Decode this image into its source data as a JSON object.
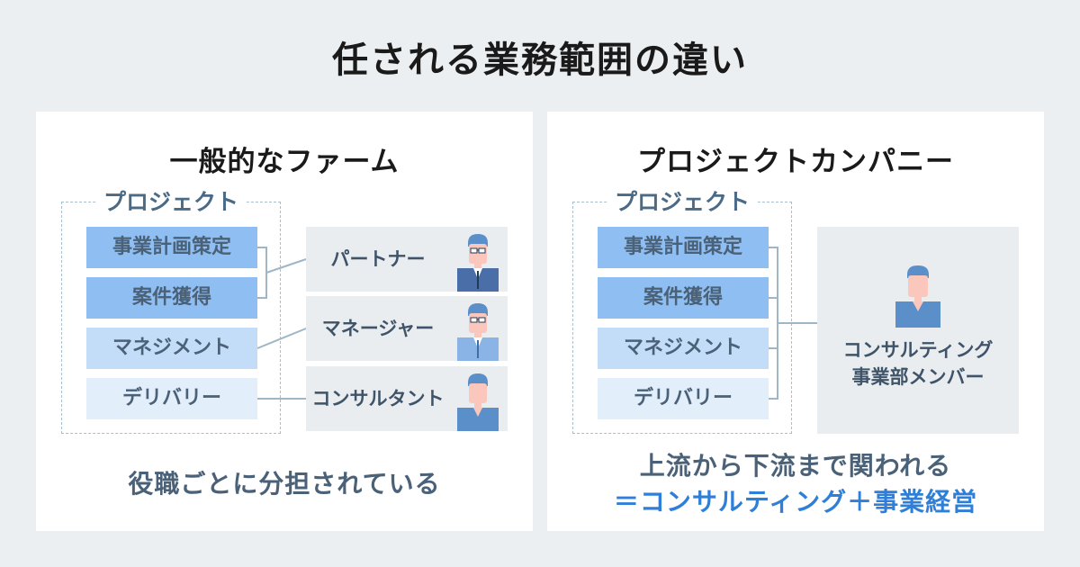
{
  "title": "任される業務範囲の違い",
  "left_panel": {
    "heading": "一般的なファーム",
    "project_label": "プロジェクト",
    "tasks": [
      "事業計画策定",
      "案件獲得",
      "マネジメント",
      "デリバリー"
    ],
    "roles": [
      {
        "name": "パートナー",
        "icon": "partner-icon"
      },
      {
        "name": "マネージャー",
        "icon": "manager-icon"
      },
      {
        "name": "コンサルタント",
        "icon": "consultant-icon"
      }
    ],
    "caption": "役職ごとに分担されている"
  },
  "right_panel": {
    "heading": "プロジェクトカンパニー",
    "project_label": "プロジェクト",
    "tasks": [
      "事業計画策定",
      "案件獲得",
      "マネジメント",
      "デリバリー"
    ],
    "member_icon": "member-icon",
    "member_label_line1": "コンサルティング",
    "member_label_line2": "事業部メンバー",
    "caption_line1": "上流から下流まで関われる",
    "caption_line2_accent": "＝コンサルティング＋事業経営"
  },
  "colors": {
    "background": "#eceff1",
    "task_dark": "#8fbff2",
    "task_mid": "#c3ddf8",
    "task_light": "#e3eefb",
    "accent": "#2f7fd9",
    "text_primary": "#1a1a1a",
    "text_secondary": "#4a6178"
  }
}
